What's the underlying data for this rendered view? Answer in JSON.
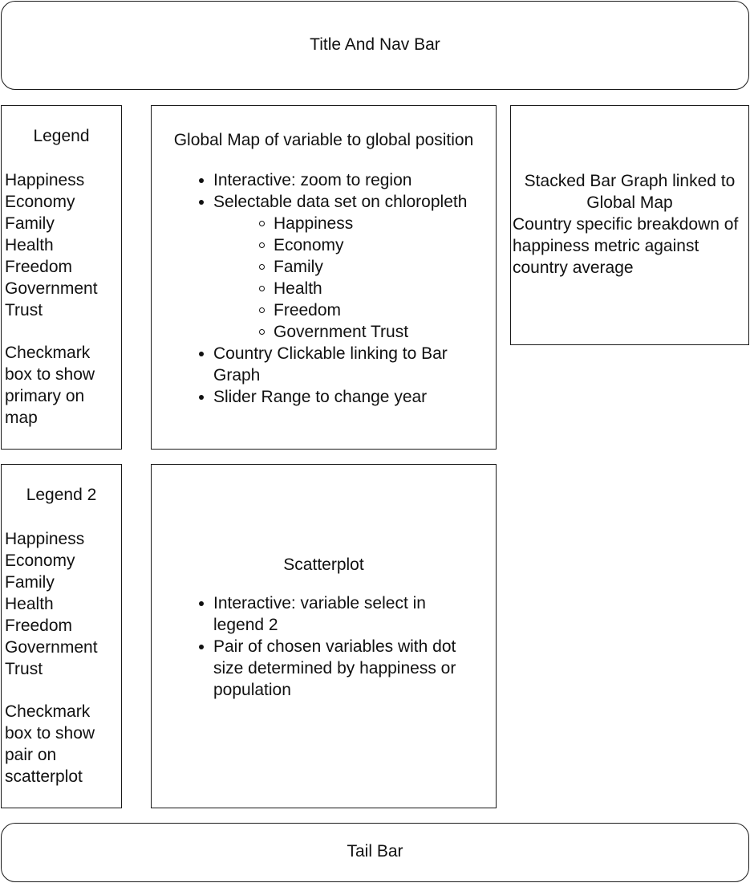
{
  "title_bar": {
    "label": "Title And Nav Bar"
  },
  "tail_bar": {
    "label": "Tail Bar"
  },
  "legend1": {
    "title": "Legend",
    "items": [
      "Happiness",
      "Economy",
      "Family",
      "Health",
      "Freedom",
      "Government Trust"
    ],
    "note": "Checkmark box to show primary on map"
  },
  "legend2": {
    "title": "Legend 2",
    "items": [
      "Happiness",
      "Economy",
      "Family",
      "Health",
      "Freedom",
      "Government Trust"
    ],
    "note": "Checkmark box to show pair on scatterplot"
  },
  "map": {
    "title": "Global Map of variable to global position",
    "bullets": [
      "Interactive: zoom to region",
      "Selectable data set on chloropleth",
      "Country Clickable linking to Bar Graph",
      "Slider Range to change year"
    ],
    "sub_items": [
      "Happiness",
      "Economy",
      "Family",
      "Health",
      "Freedom",
      "Government Trust"
    ]
  },
  "bar_graph": {
    "title": "Stacked Bar Graph linked to Global Map",
    "description": "Country specific breakdown of happiness metric against country average"
  },
  "scatter": {
    "title": "Scatterplot",
    "bullets": [
      "Interactive: variable select in legend 2",
      "Pair of chosen variables with dot size determined by happiness or population"
    ]
  }
}
